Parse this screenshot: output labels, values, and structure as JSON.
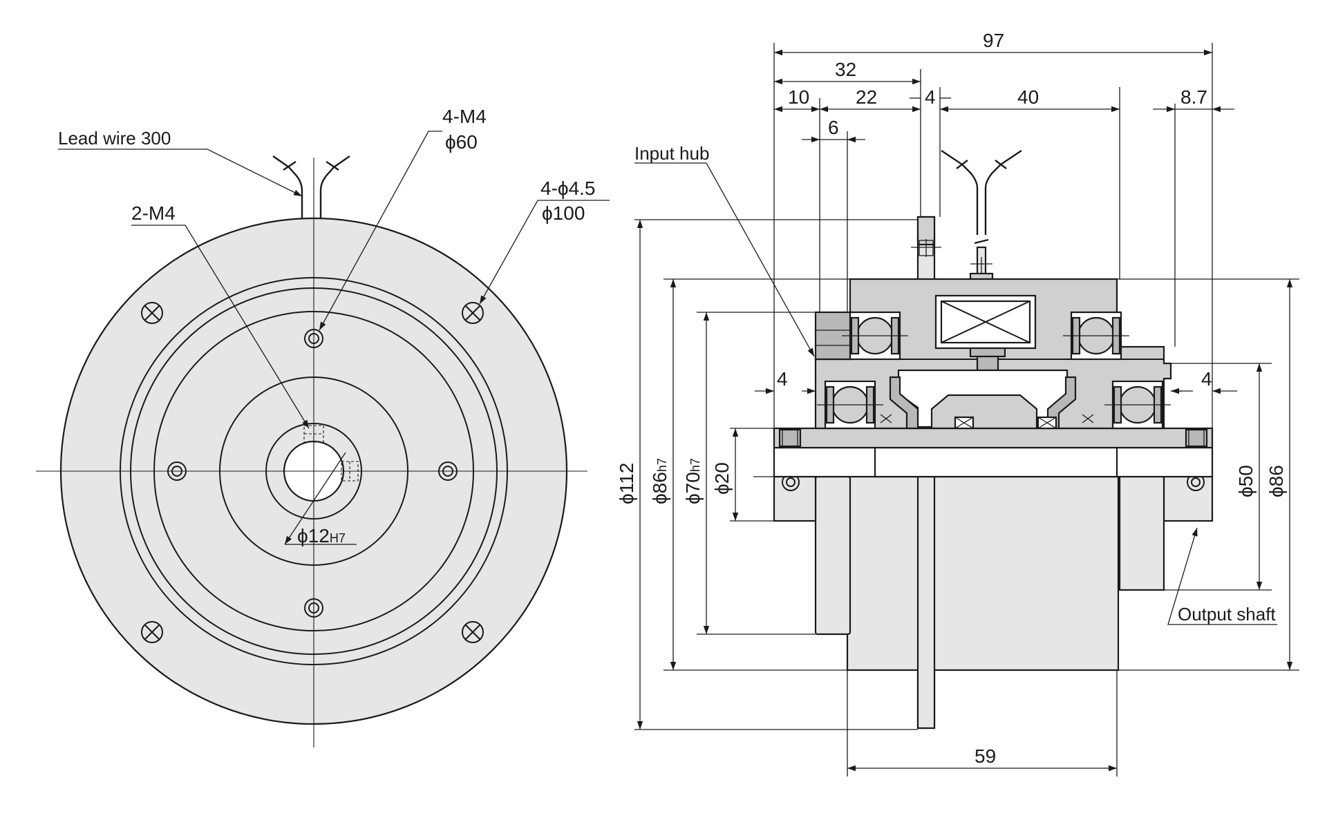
{
  "front_view": {
    "lead_wire_label": "Lead wire 300",
    "m4_holes_label": "4-M4",
    "m4_pcd_label": "ϕ60",
    "mount_holes_label": "4-ϕ4.5",
    "mount_pcd_label": "ϕ100",
    "set_screw_label": "2-M4",
    "bore_label": "ϕ12",
    "bore_tolerance": "H7"
  },
  "side_view": {
    "input_hub_label": "Input hub",
    "output_shaft_label": "Output shaft",
    "dim_overall_length": "97",
    "dim_32": "32",
    "dim_10": "10",
    "dim_22": "22",
    "dim_4_top": "4",
    "dim_40": "40",
    "dim_8_7": "8.7",
    "dim_6": "6",
    "dim_4_left": "4",
    "dim_4_right": "4",
    "dim_59": "59",
    "dia_112": "ϕ112",
    "dia_86h7": "ϕ86",
    "dia_86h7_tol": "h7",
    "dia_70h7": "ϕ70",
    "dia_70h7_tol": "h7",
    "dia_20": "ϕ20",
    "dia_50": "ϕ50",
    "dia_86": "ϕ86"
  }
}
